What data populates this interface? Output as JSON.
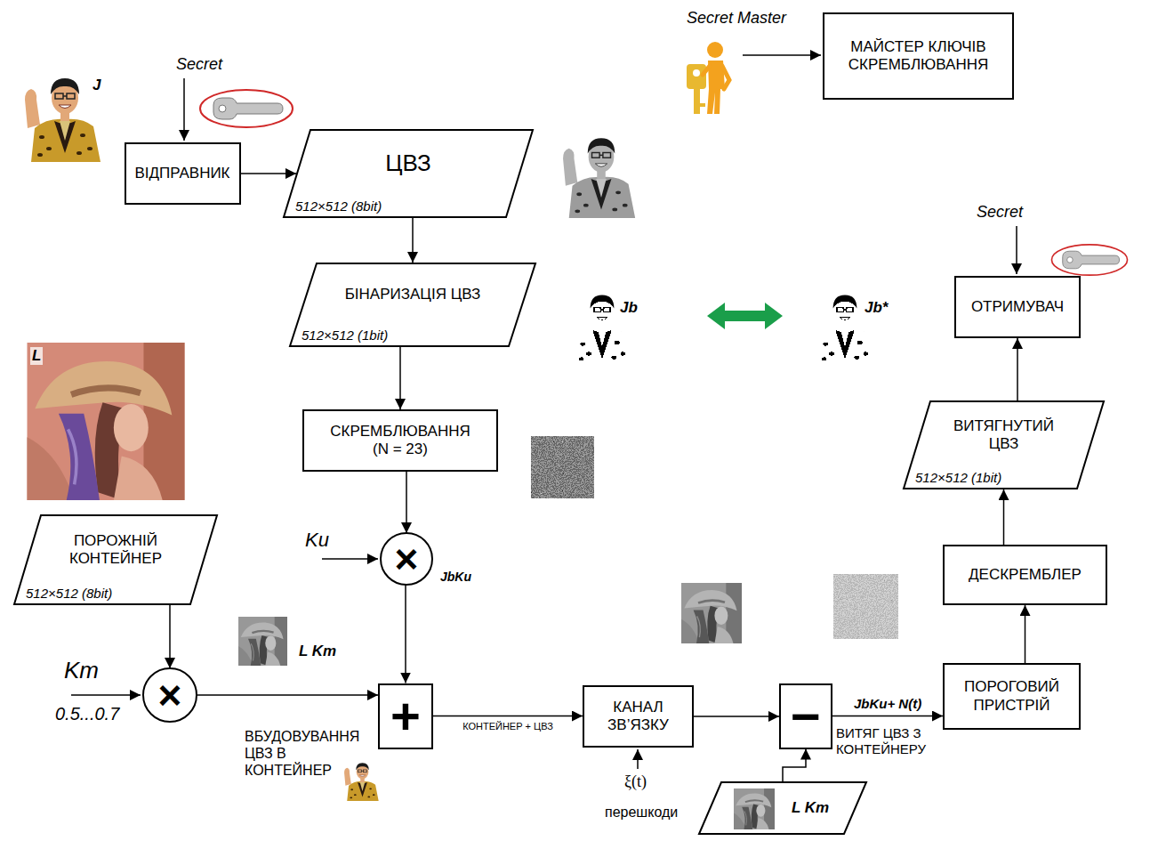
{
  "diagram": {
    "nodes": [
      {
        "text": [
          "ВІДПРАВНИК"
        ]
      },
      {
        "text": [
          "ЦВЗ",
          "512×512 (8bit)"
        ]
      },
      {
        "text": [
          "МАЙСТЕР КЛЮЧІВ СКРЕМБЛЮВАННЯ"
        ]
      },
      {
        "text": [
          "БІНАРИЗАЦІЯ ЦВЗ",
          "512×512 (1bit)"
        ]
      },
      {
        "text": [
          "СКРЕМБЛЮВАННЯ (N = 23)"
        ]
      },
      {
        "text": [
          "×"
        ]
      },
      {
        "text": [
          "ПОРОЖНІЙ КОНТЕЙНЕР",
          "512×512 (8bit)"
        ]
      },
      {
        "text": [
          "×"
        ]
      },
      {
        "text": [
          "+"
        ]
      },
      {
        "text": [
          "КАНАЛ ЗВ’ЯЗКУ"
        ]
      },
      {
        "text": [
          "−"
        ]
      },
      {
        "text": [
          "ПОРОГОВИЙ ПРИСТРІЙ"
        ]
      },
      {
        "text": [
          "ДЕСКРЕМБЛЕР"
        ]
      },
      {
        "text": [
          "ВИТЯГНУТИЙ ЦВЗ",
          "512×512 (1bit)"
        ]
      },
      {
        "text": [
          "ОТРИМУВАЧ"
        ]
      },
      {
        "text": [
          "L Km"
        ]
      }
    ],
    "edges": [
      {
        "from": 0,
        "to": 1,
        "arrow": "to"
      },
      {
        "from": 1,
        "to": 3,
        "arrow": "to"
      },
      {
        "from": 3,
        "to": 4,
        "arrow": "to"
      },
      {
        "from": 4,
        "to": 5,
        "arrow": "to"
      },
      {
        "from": 6,
        "to": 7,
        "arrow": "to"
      },
      {
        "from": 7,
        "to": 8,
        "arrow": "to"
      },
      {
        "from": 5,
        "to": 8,
        "arrow": "to"
      },
      {
        "from": 8,
        "to": 9,
        "label": "КОНТЕЙНЕР + ЦВЗ",
        "arrow": "to"
      },
      {
        "from": 9,
        "to": 10,
        "arrow": "to"
      },
      {
        "from": 15,
        "to": 10,
        "arrow": "to"
      },
      {
        "from": 10,
        "to": 11,
        "label": "JbKu+ N(t)",
        "arrow": "to"
      },
      {
        "from": 11,
        "to": 12,
        "arrow": "to"
      },
      {
        "from": 12,
        "to": 13,
        "arrow": "to"
      },
      {
        "from": 13,
        "to": 14,
        "arrow": "to"
      }
    ],
    "labels": [
      "Secret",
      "J",
      "Secret Master",
      "Secret",
      "Jb",
      "Jb*",
      "L",
      "Ku",
      "JbKu",
      "L Km",
      "Km",
      "0.5...0.7",
      "ВБУДОВУВАННЯ ЦВЗ В КОНТЕЙНЕР",
      "ξ(t)",
      "перешкоди",
      "ВИТЯГ ЦВЗ З КОНТЕЙНЕРУ"
    ]
  }
}
